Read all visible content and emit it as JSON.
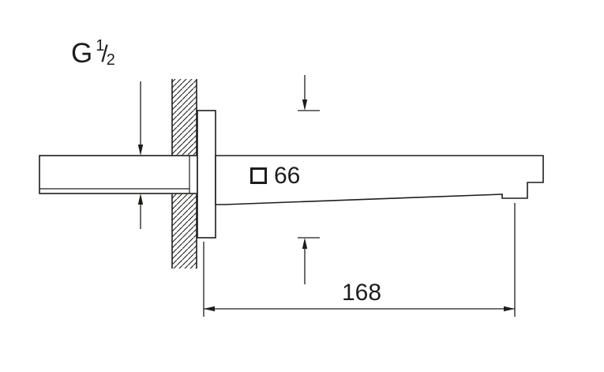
{
  "colors": {
    "line": "#1d1d1b",
    "background": "#ffffff"
  },
  "labels": {
    "thread": {
      "letter": "G",
      "numerator": "1",
      "slash": "/",
      "denominator": "2"
    },
    "plate_size": "66",
    "projection_length": "168"
  },
  "icons": {
    "plate_shape": "square-outline-symbol",
    "dimension_arrows": [
      "down-arrowhead",
      "up-arrowhead",
      "left-arrowhead",
      "right-arrowhead"
    ]
  }
}
